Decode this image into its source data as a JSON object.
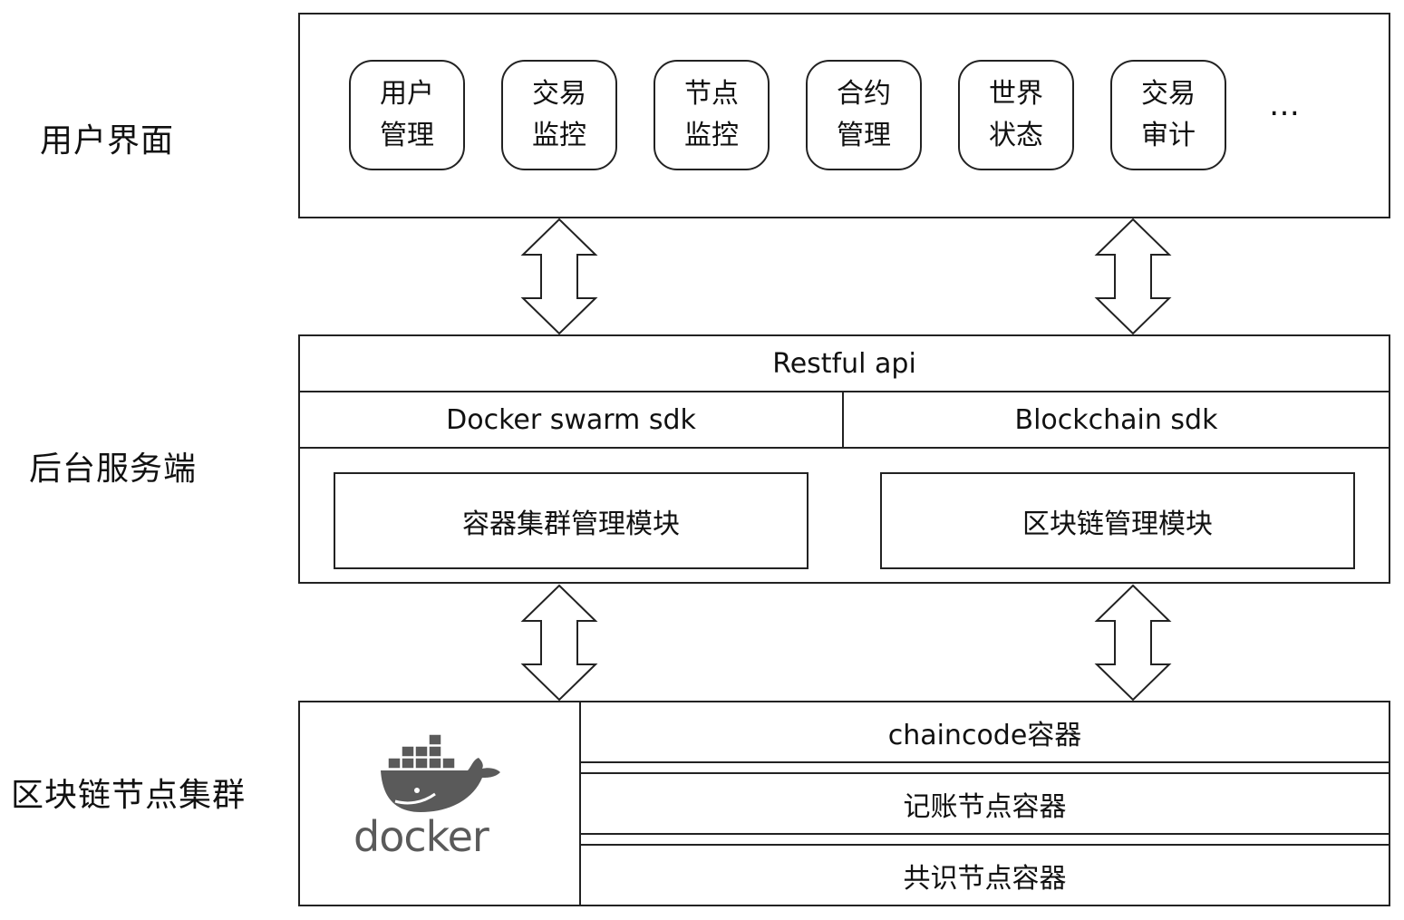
{
  "layers": {
    "ui_label": "用户界面",
    "backend_label": "后台服务端",
    "cluster_label": "区块链节点集群"
  },
  "ui_modules": [
    {
      "line1": "用户",
      "line2": "管理"
    },
    {
      "line1": "交易",
      "line2": "监控"
    },
    {
      "line1": "节点",
      "line2": "监控"
    },
    {
      "line1": "合约",
      "line2": "管理"
    },
    {
      "line1": "世界",
      "line2": "状态"
    },
    {
      "line1": "交易",
      "line2": "审计"
    }
  ],
  "ui_more": "…",
  "backend": {
    "restful": "Restful api",
    "docker_sdk": "Docker swarm sdk",
    "blockchain_sdk": "Blockchain sdk",
    "container_module": "容器集群管理模块",
    "blockchain_module": "区块链管理模块"
  },
  "cluster": {
    "logo_text": "docker",
    "chaincode": "chaincode容器",
    "ledger": "记账节点容器",
    "consensus": "共识节点容器"
  }
}
